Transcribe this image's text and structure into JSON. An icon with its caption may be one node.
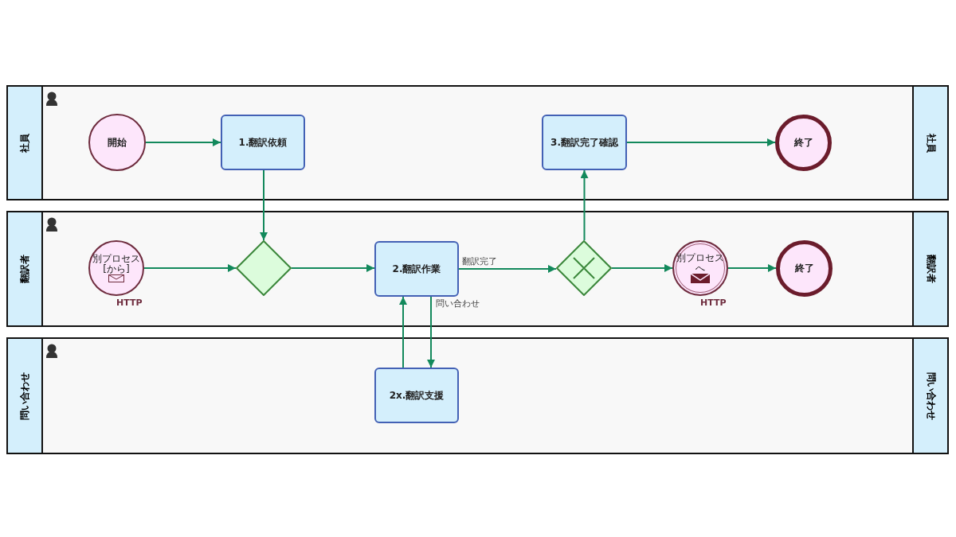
{
  "diagram": {
    "nodes": [
      {
        "text": [
          "社員",
          "社員"
        ]
      },
      {
        "text": [
          "翻訳者",
          "翻訳者"
        ]
      },
      {
        "text": [
          "問い合わせ",
          "問い合わせ"
        ]
      },
      {
        "text": [
          "開始"
        ],
        "in": 0
      },
      {
        "text": [
          "1.翻訳依頼"
        ],
        "in": 0
      },
      {
        "text": [
          "3.翻訳完了確認"
        ],
        "in": 0
      },
      {
        "text": [
          "終了"
        ],
        "in": 0
      },
      {
        "text": [
          "別プロセス[から]"
        ],
        "in": 1,
        "beside": [
          "HTTP"
        ]
      },
      {
        "text": [],
        "shape": "diamond",
        "in": 1
      },
      {
        "text": [
          "2.翻訳作業"
        ],
        "in": 1
      },
      {
        "text": [],
        "shape": "diamond",
        "in": 1
      },
      {
        "text": [
          "別プロセスへ"
        ],
        "in": 1,
        "beside": [
          "HTTP"
        ]
      },
      {
        "text": [
          "終了"
        ],
        "in": 1
      },
      {
        "text": [
          "2x.翻訳支援"
        ],
        "in": 2
      }
    ],
    "edges": [
      {
        "from": 3,
        "to": 4,
        "arrow": "to"
      },
      {
        "from": 4,
        "to": 8,
        "arrow": "to"
      },
      {
        "from": 7,
        "to": 8,
        "arrow": "to"
      },
      {
        "from": 8,
        "to": 9,
        "arrow": "to"
      },
      {
        "from": 9,
        "to": 10,
        "arrow": "to",
        "label": "翻訳完了"
      },
      {
        "from": 10,
        "to": 5,
        "arrow": "to"
      },
      {
        "from": 5,
        "to": 6,
        "arrow": "to"
      },
      {
        "from": 10,
        "to": 11,
        "arrow": "to"
      },
      {
        "from": 11,
        "to": 12,
        "arrow": "to"
      },
      {
        "from": 9,
        "to": 13,
        "arrow": "to",
        "label": "問い合わせ"
      },
      {
        "from": 13,
        "to": 9,
        "arrow": "to"
      }
    ]
  }
}
